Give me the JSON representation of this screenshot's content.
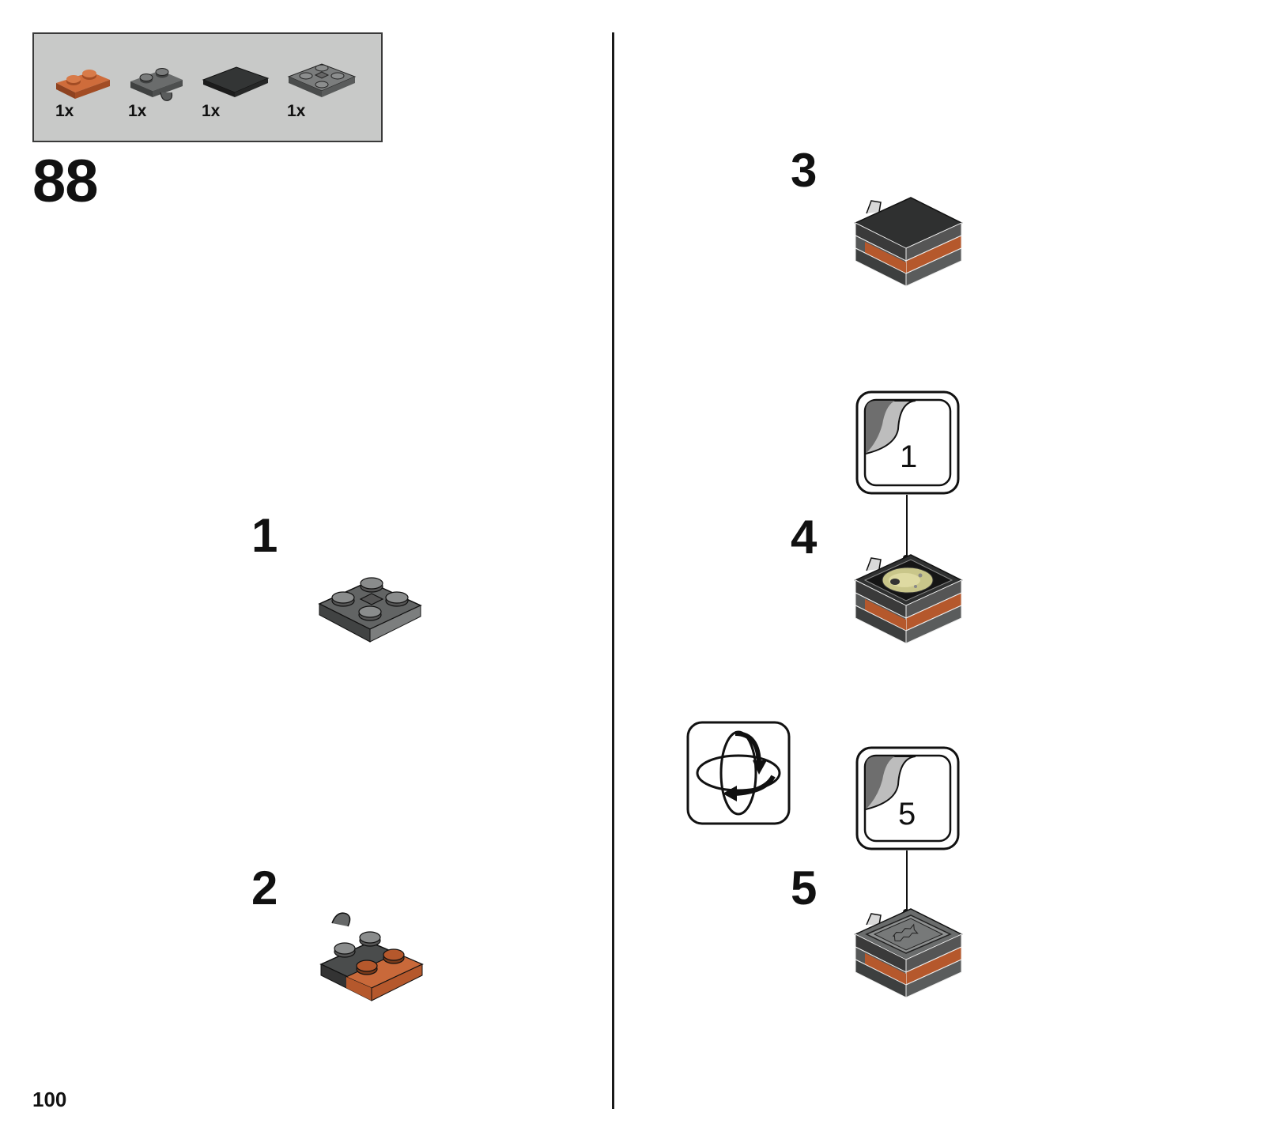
{
  "parts_list": {
    "items": [
      {
        "name": "plate-1x2-orange",
        "qty": "1x",
        "color": "#b5582c"
      },
      {
        "name": "plate-clip-dark-grey",
        "qty": "1x",
        "color": "#555757"
      },
      {
        "name": "tile-2x2-black",
        "qty": "1x",
        "color": "#2e2e2e"
      },
      {
        "name": "plate-2x2-inverted-grey",
        "qty": "1x",
        "color": "#666868"
      }
    ]
  },
  "step": {
    "number": "88"
  },
  "substeps": [
    {
      "number": "1"
    },
    {
      "number": "2"
    },
    {
      "number": "3"
    },
    {
      "number": "4"
    },
    {
      "number": "5"
    }
  ],
  "stickers": [
    {
      "number": "1"
    },
    {
      "number": "5"
    }
  ],
  "rotate_icon": "rotate-model-icon",
  "page": {
    "number": "100"
  },
  "colors": {
    "orange": "#b5582c",
    "dark_grey": "#555757",
    "black": "#2e2e2e",
    "panel": "#c8c9c8"
  }
}
